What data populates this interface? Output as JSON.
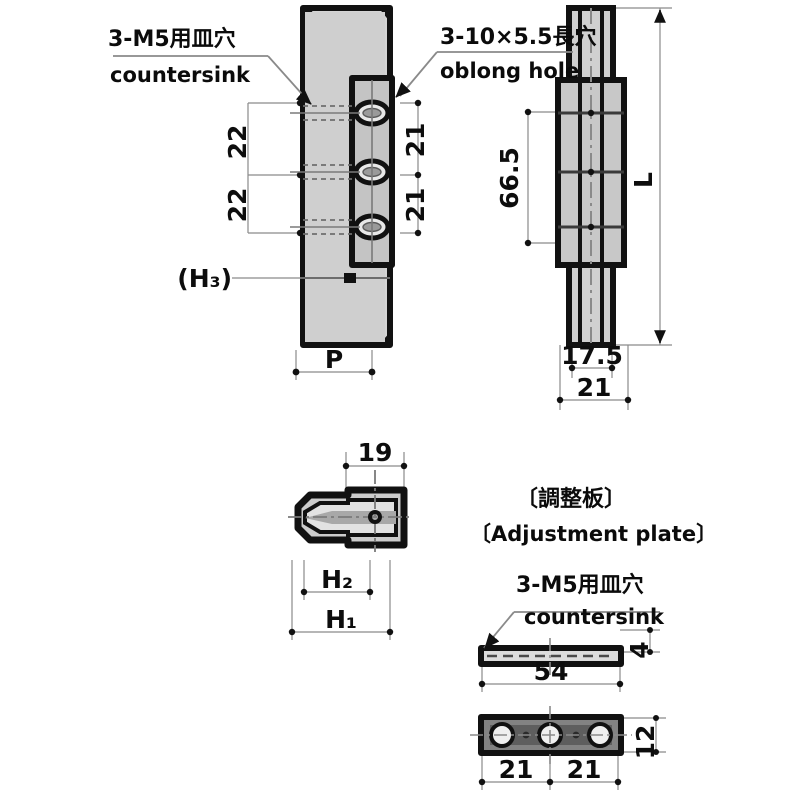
{
  "drawing": {
    "title": "Hinge technical drawing with adjustment plate",
    "colors": {
      "line": "#111111",
      "fill_light": "#d4d4d4",
      "fill_mid": "#b9b9b9",
      "fill_dark": "#8f8f8f",
      "dim_line": "#7d7d7d",
      "background": "#ffffff"
    }
  },
  "callouts": {
    "countersink_top": {
      "jp": "3-M5用皿穴",
      "en": "countersink"
    },
    "oblong_hole": {
      "jp": "3-10×5.5長穴",
      "en": "oblong hole"
    },
    "adjustment_plate": {
      "jp": "〔調整板〕",
      "en": "〔Adjustment plate〕"
    },
    "countersink_plate": {
      "jp": "3-M5用皿穴",
      "en": "countersink"
    }
  },
  "front_view": {
    "name": "front-view",
    "dimensions": {
      "pitch_upper": "22",
      "pitch_lower": "22",
      "hole_pitch_upper": "21",
      "hole_pitch_lower": "21",
      "height_h3": "(H₃)",
      "width_p": "P"
    }
  },
  "side_view": {
    "name": "side-view",
    "dimensions": {
      "hole_span": "66.5",
      "length": "L",
      "inner_width": "17.5",
      "outer_width": "21"
    }
  },
  "section_view": {
    "name": "section-view",
    "dimensions": {
      "top_width": "19",
      "height_h2": "H₂",
      "height_h1": "H₁"
    }
  },
  "plate_view": {
    "name": "adjustment-plate-view",
    "dimensions": {
      "length": "54",
      "thickness": "4",
      "width": "12",
      "pitch_left": "21",
      "pitch_right": "21"
    }
  }
}
